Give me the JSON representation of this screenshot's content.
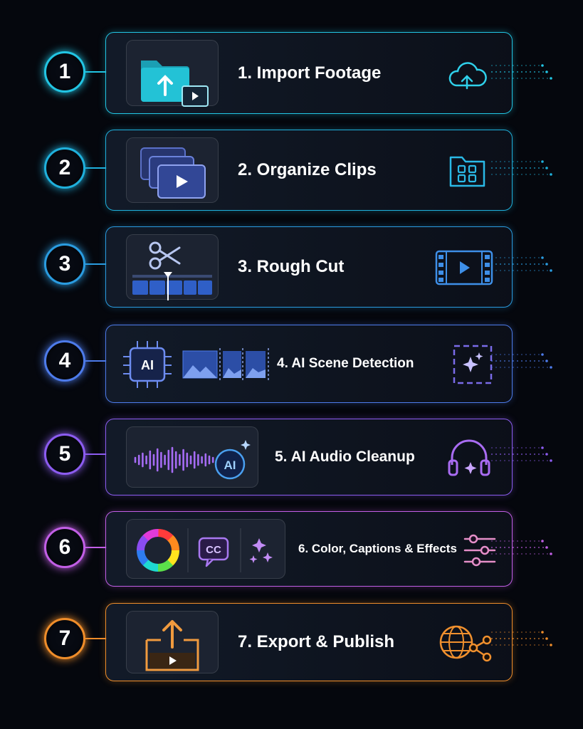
{
  "steps": [
    {
      "number": "1",
      "label": "1. Import Footage",
      "color": "#22c5e3",
      "right_icon": "cloud-upload-icon",
      "thumb_icon": "folder-upload-icon"
    },
    {
      "number": "2",
      "label": "2. Organize Clips",
      "color": "#1fb0dc",
      "right_icon": "folder-grid-icon",
      "thumb_icon": "clip-stack-icon"
    },
    {
      "number": "3",
      "label": "3. Rough Cut",
      "color": "#2a9ce0",
      "right_icon": "film-play-icon",
      "thumb_icon": "scissors-timeline-icon"
    },
    {
      "number": "4",
      "label": "4. AI Scene Detection",
      "color": "#4d7bea",
      "right_icon": "sparkle-frame-icon",
      "thumb_icon": "ai-chip-icon",
      "chip_text": "AI"
    },
    {
      "number": "5",
      "label": "5. AI Audio Cleanup",
      "color": "#8c5cf0",
      "right_icon": "headphones-sparkle-icon",
      "thumb_icon": "waveform-icon",
      "badge_text": "AI"
    },
    {
      "number": "6",
      "label": "6. Color, Captions & Effects",
      "color": "#c25fe6",
      "right_icon": "sliders-icon",
      "thumb_icon": "color-wheel-icon",
      "badge_text": "CC"
    },
    {
      "number": "7",
      "label": "7. Export & Publish",
      "color": "#ef8d2a",
      "right_icon": "globe-share-icon",
      "thumb_icon": "export-box-icon"
    }
  ]
}
